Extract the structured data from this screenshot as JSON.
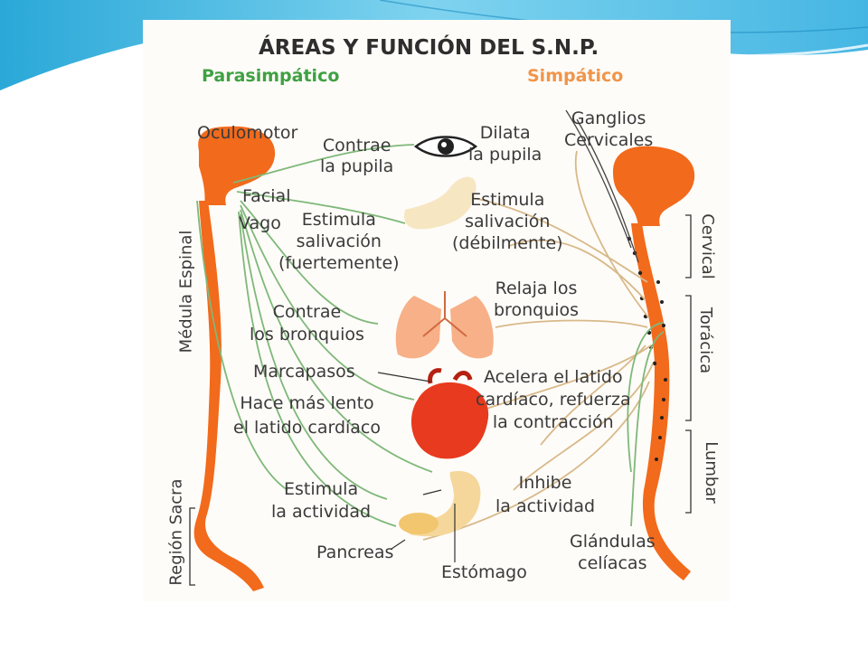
{
  "title": "ÁREAS Y FUNCIÓN DEL S.N.P.",
  "legend": {
    "parasympathetic": "Parasimpático",
    "sympathetic": "Simpático"
  },
  "colors": {
    "parasympathetic": "#3fa142",
    "sympathetic": "#f0954a",
    "spine": "#f26a1b",
    "sympathetic_lines": "#d8b98a",
    "para_lines": "#7fb87a"
  },
  "left_labels": {
    "oculomotor": "Oculomotor",
    "facial": "Facial",
    "vago": "Vago",
    "contrae_pupila": [
      "Contrae",
      "la pupila"
    ],
    "estimula_salivacion": [
      "Estimula",
      "salivación",
      "(fuertemente)"
    ],
    "contrae_bronquios": [
      "Contrae",
      "los bronquios"
    ],
    "marcapasos": "Marcapasos",
    "hace_lento": [
      "Hace más lento",
      "el latido cardíaco"
    ],
    "estimula_actividad": [
      "Estimula",
      "la actividad"
    ],
    "pancreas": "Pancreas"
  },
  "right_labels": {
    "dilata_pupila": [
      "Dilata",
      "la pupila"
    ],
    "ganglios": [
      "Ganglios",
      "Cervicales"
    ],
    "estimula_salivacion_deb": [
      "Estimula",
      "salivación",
      "(débilmente)"
    ],
    "relaja_bronquios": [
      "Relaja los",
      "bronquios"
    ],
    "acelera": [
      "Acelera el latido",
      "cardíaco, refuerza",
      "la contracción"
    ],
    "inhibe": [
      "Inhibe",
      "la actividad"
    ],
    "glandulas": [
      "Glándulas",
      "celíacas"
    ],
    "estomago": "Estómago"
  },
  "vertical_labels": {
    "medula": "Médula Espinal",
    "region_sacra": "Región Sacra",
    "cervical": "Cervical",
    "toracica": "Torácica",
    "lumbar": "Lumbar"
  }
}
